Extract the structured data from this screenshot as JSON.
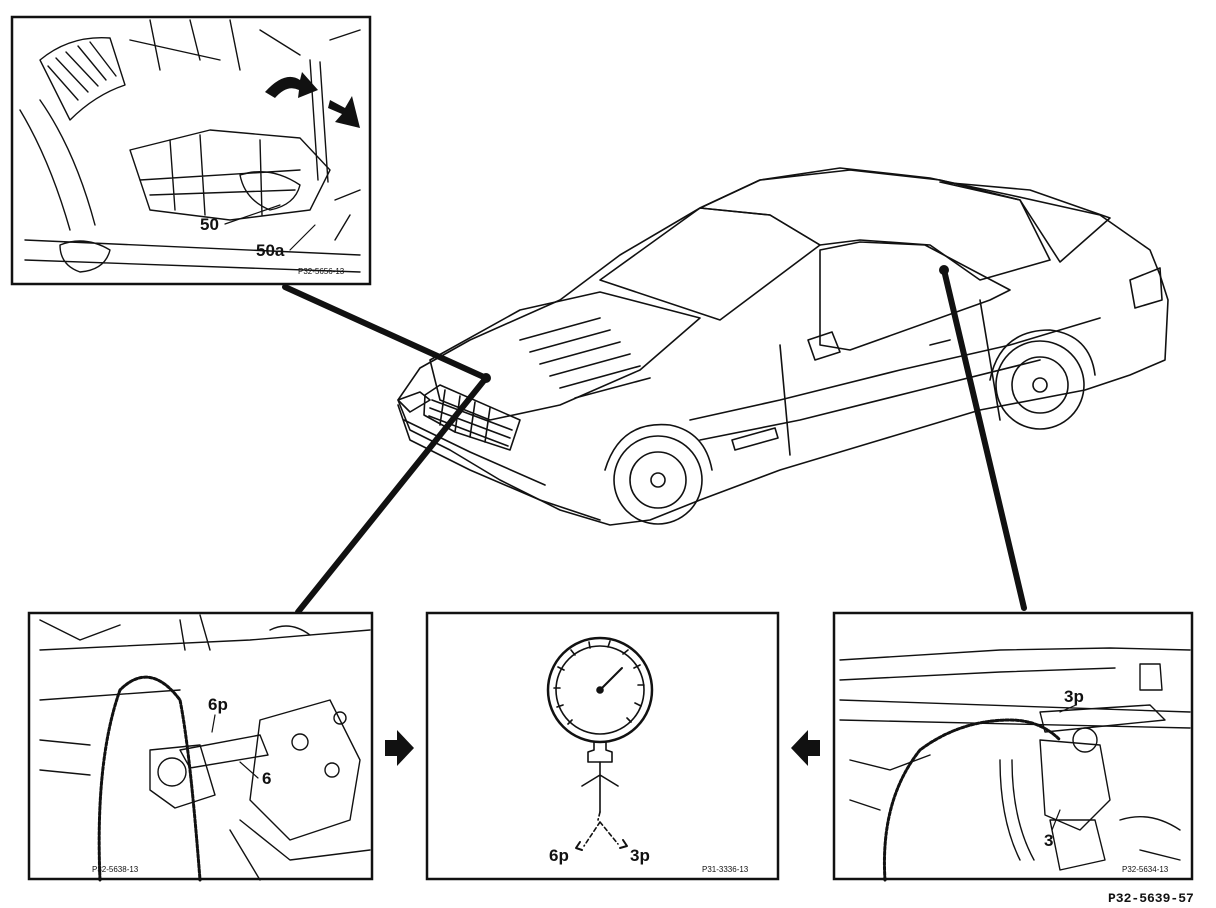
{
  "panels": {
    "top_left": {
      "label_a": "50",
      "label_b": "50a",
      "code": "P32-5656-13"
    },
    "bottom_left": {
      "label_a": "6p",
      "label_b": "6",
      "code": "P32-5638-13"
    },
    "center_gauge": {
      "label_a": "6p",
      "label_b": "3p",
      "code": "P31-3336-13"
    },
    "bottom_right": {
      "label_a": "3p",
      "label_b": "3",
      "code": "P32-5634-13"
    }
  },
  "figure_code": "P32-5639-57"
}
